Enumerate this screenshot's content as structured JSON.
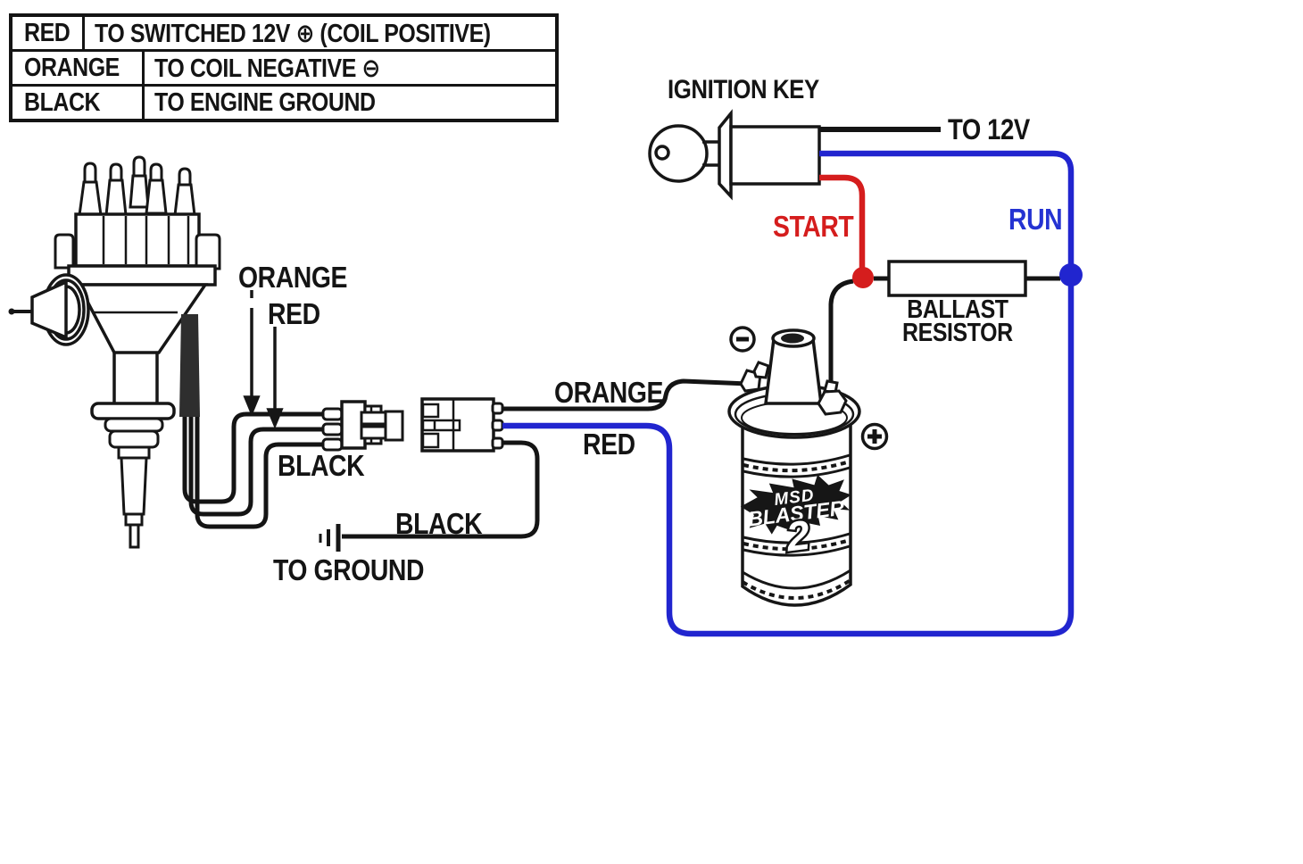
{
  "legend": {
    "rows": [
      {
        "wire": "RED",
        "connects_to": "TO SWITCHED 12V ⊕ (COIL POSITIVE)"
      },
      {
        "wire": "ORANGE",
        "connects_to": "TO COIL NEGATIVE ⊖"
      },
      {
        "wire": "BLACK",
        "connects_to": "TO ENGINE GROUND"
      }
    ]
  },
  "labels": {
    "ignition_key": "IGNITION KEY",
    "to_12v": "TO 12V",
    "start": "START",
    "run": "RUN",
    "ballast_line1": "BALLAST",
    "ballast_line2": "RESISTOR",
    "dist_orange": "ORANGE",
    "dist_red": "RED",
    "dist_black": "BLACK",
    "coil_orange": "ORANGE",
    "coil_red": "RED",
    "ground_black": "BLACK",
    "to_ground": "TO GROUND"
  },
  "coil_logo": {
    "brand": "MSD",
    "model": "BLASTER",
    "number": "2"
  },
  "colors": {
    "wire_red": "#d51d1d",
    "wire_blue": "#2125cf",
    "wire_black": "#141414",
    "start_text": "#d51d1d",
    "run_text": "#2433d2"
  }
}
